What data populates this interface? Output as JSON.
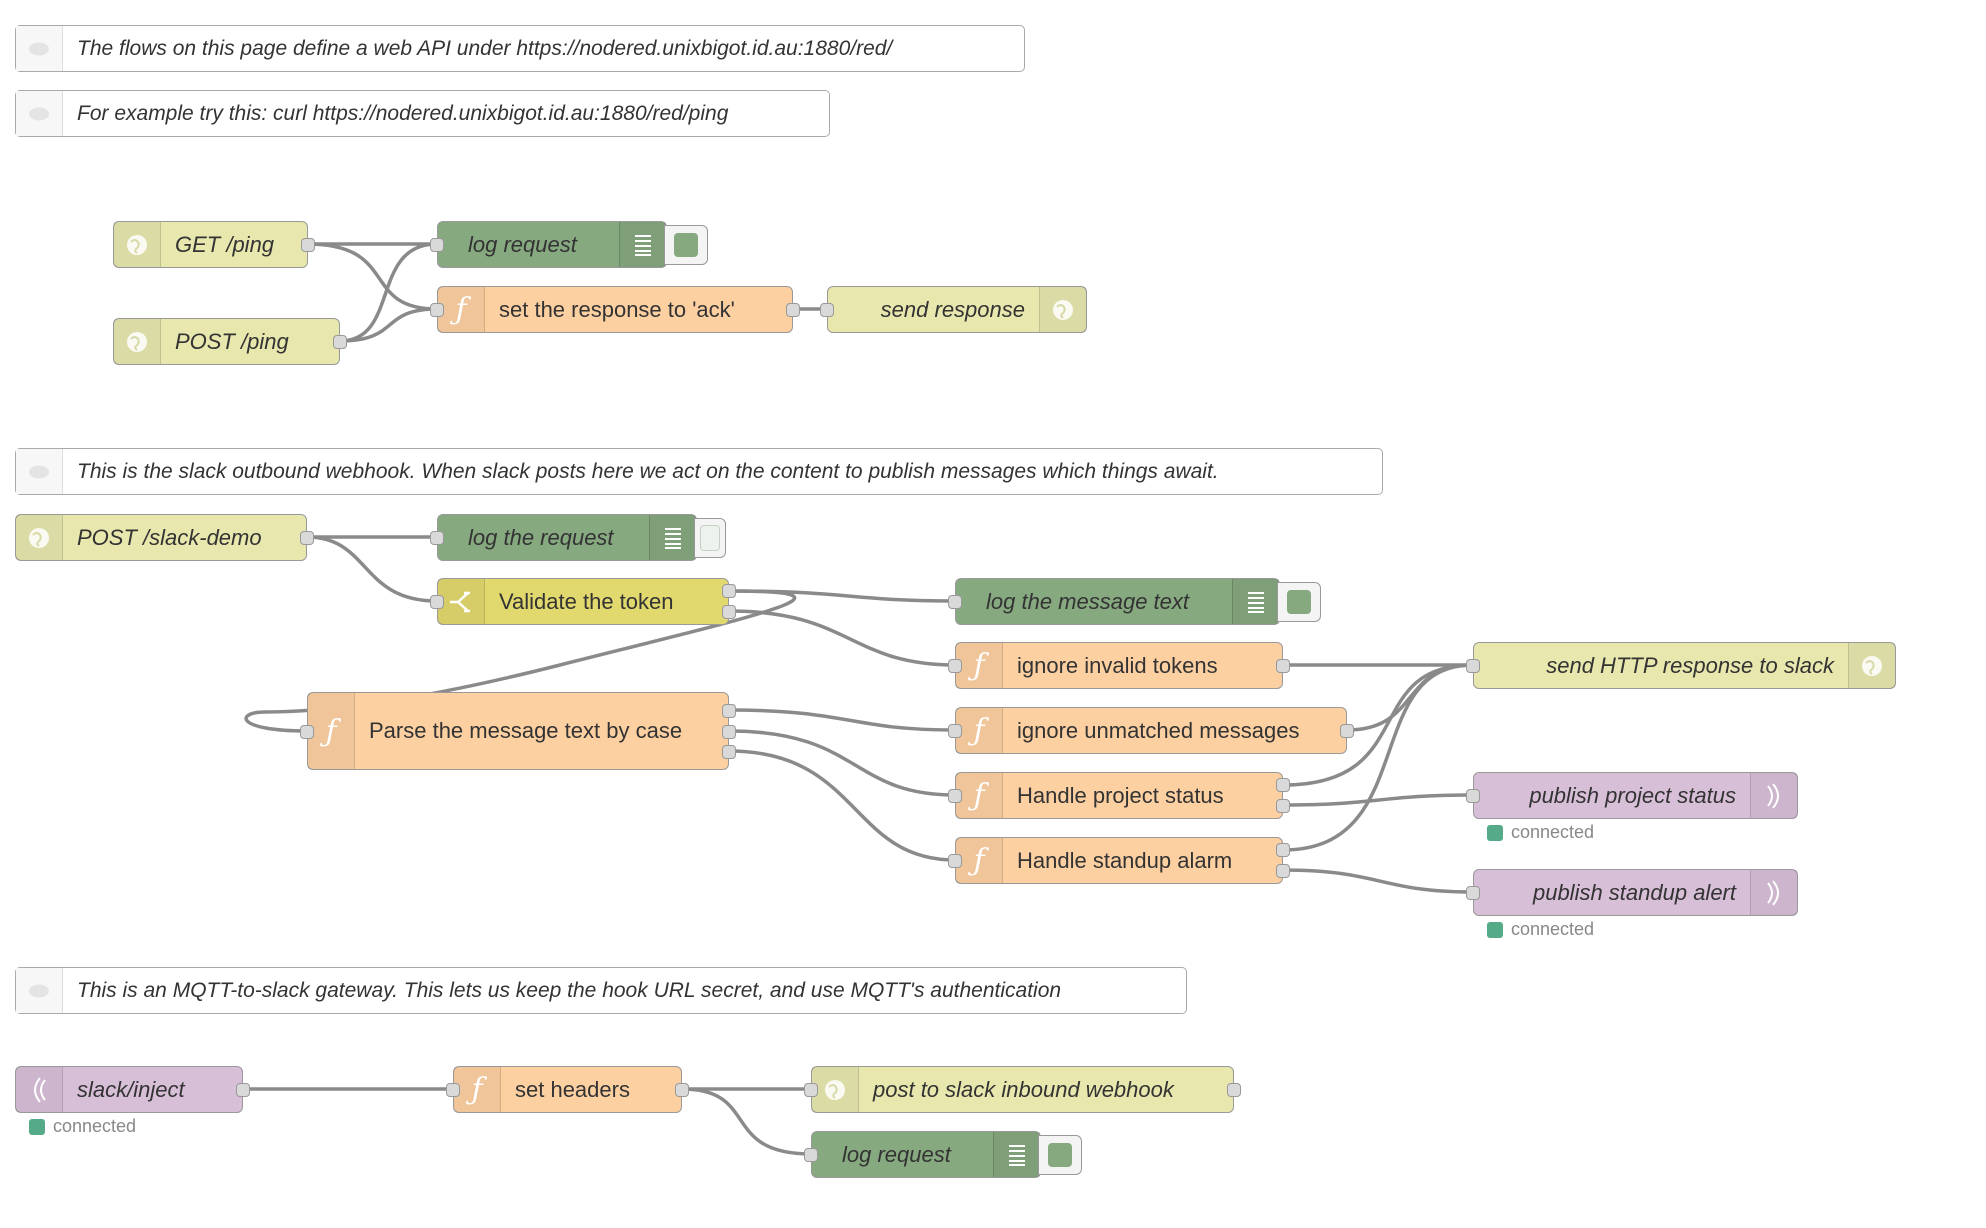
{
  "colors": {
    "http": "#e7e7ae",
    "debug": "#87a980",
    "function": "#fdd0a2",
    "switch": "#e2d96e",
    "mqtt": "#d8bfd8",
    "status_connected": "#5a8"
  },
  "comments": [
    {
      "text": "The flows on this page define a web API under https://nodered.unixbigot.id.au:1880/red/"
    },
    {
      "text": "For example try this: curl https://nodered.unixbigot.id.au:1880/red/ping"
    },
    {
      "text": "This is the slack outbound webhook. When slack posts here we act on the content to publish messages which things await."
    },
    {
      "text": "This is an MQTT-to-slack gateway.  This lets us keep the hook URL secret, and use MQTT's authentication"
    }
  ],
  "nodes": {
    "get_ping": {
      "label": "GET /ping",
      "icon": "globe-icon"
    },
    "post_ping": {
      "label": "POST /ping",
      "icon": "globe-icon"
    },
    "log_request_1": {
      "label": "log request",
      "icon": "debug-list-icon"
    },
    "set_response": {
      "label": "set the response to 'ack'",
      "icon": "function-icon"
    },
    "send_response": {
      "label": "send response",
      "icon": "globe-icon"
    },
    "post_slack_demo": {
      "label": "POST /slack-demo",
      "icon": "globe-icon"
    },
    "log_the_request": {
      "label": "log the request",
      "icon": "debug-list-icon"
    },
    "validate_token": {
      "label": "Validate the token",
      "icon": "switch-icon"
    },
    "log_message_text": {
      "label": "log the message text",
      "icon": "debug-list-icon"
    },
    "ignore_invalid": {
      "label": "ignore invalid tokens",
      "icon": "function-icon"
    },
    "parse_message": {
      "label": "Parse the message text by case",
      "icon": "function-icon"
    },
    "ignore_unmatched": {
      "label": "ignore unmatched messages",
      "icon": "function-icon"
    },
    "handle_project": {
      "label": "Handle project status",
      "icon": "function-icon"
    },
    "handle_standup": {
      "label": "Handle standup alarm",
      "icon": "function-icon"
    },
    "send_http_slack": {
      "label": "send HTTP response to slack",
      "icon": "globe-icon"
    },
    "publish_project": {
      "label": "publish project status",
      "icon": "mqtt-icon",
      "status": "connected"
    },
    "publish_standup": {
      "label": "publish standup alert",
      "icon": "mqtt-icon",
      "status": "connected"
    },
    "slack_inject": {
      "label": "slack/inject",
      "icon": "mqtt-icon",
      "status": "connected"
    },
    "set_headers": {
      "label": "set headers",
      "icon": "function-icon"
    },
    "post_inbound": {
      "label": "post to slack inbound webhook",
      "icon": "globe-icon"
    },
    "log_request_2": {
      "label": "log request",
      "icon": "debug-list-icon"
    }
  }
}
